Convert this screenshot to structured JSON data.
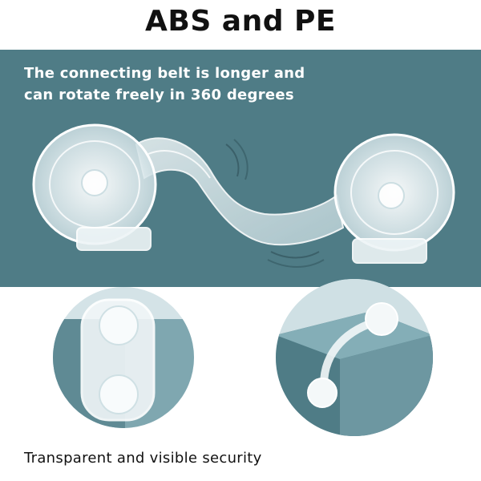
{
  "header": {
    "title": "ABS and PE"
  },
  "feature_panel": {
    "line1": "The connecting belt is longer and",
    "line2": "can rotate freely in 360 degrees"
  },
  "footer": {
    "caption": "Transparent and visible security"
  },
  "colors": {
    "panel_bg": "#4f7c86",
    "text_dark": "#111111",
    "text_light": "#ffffff"
  }
}
